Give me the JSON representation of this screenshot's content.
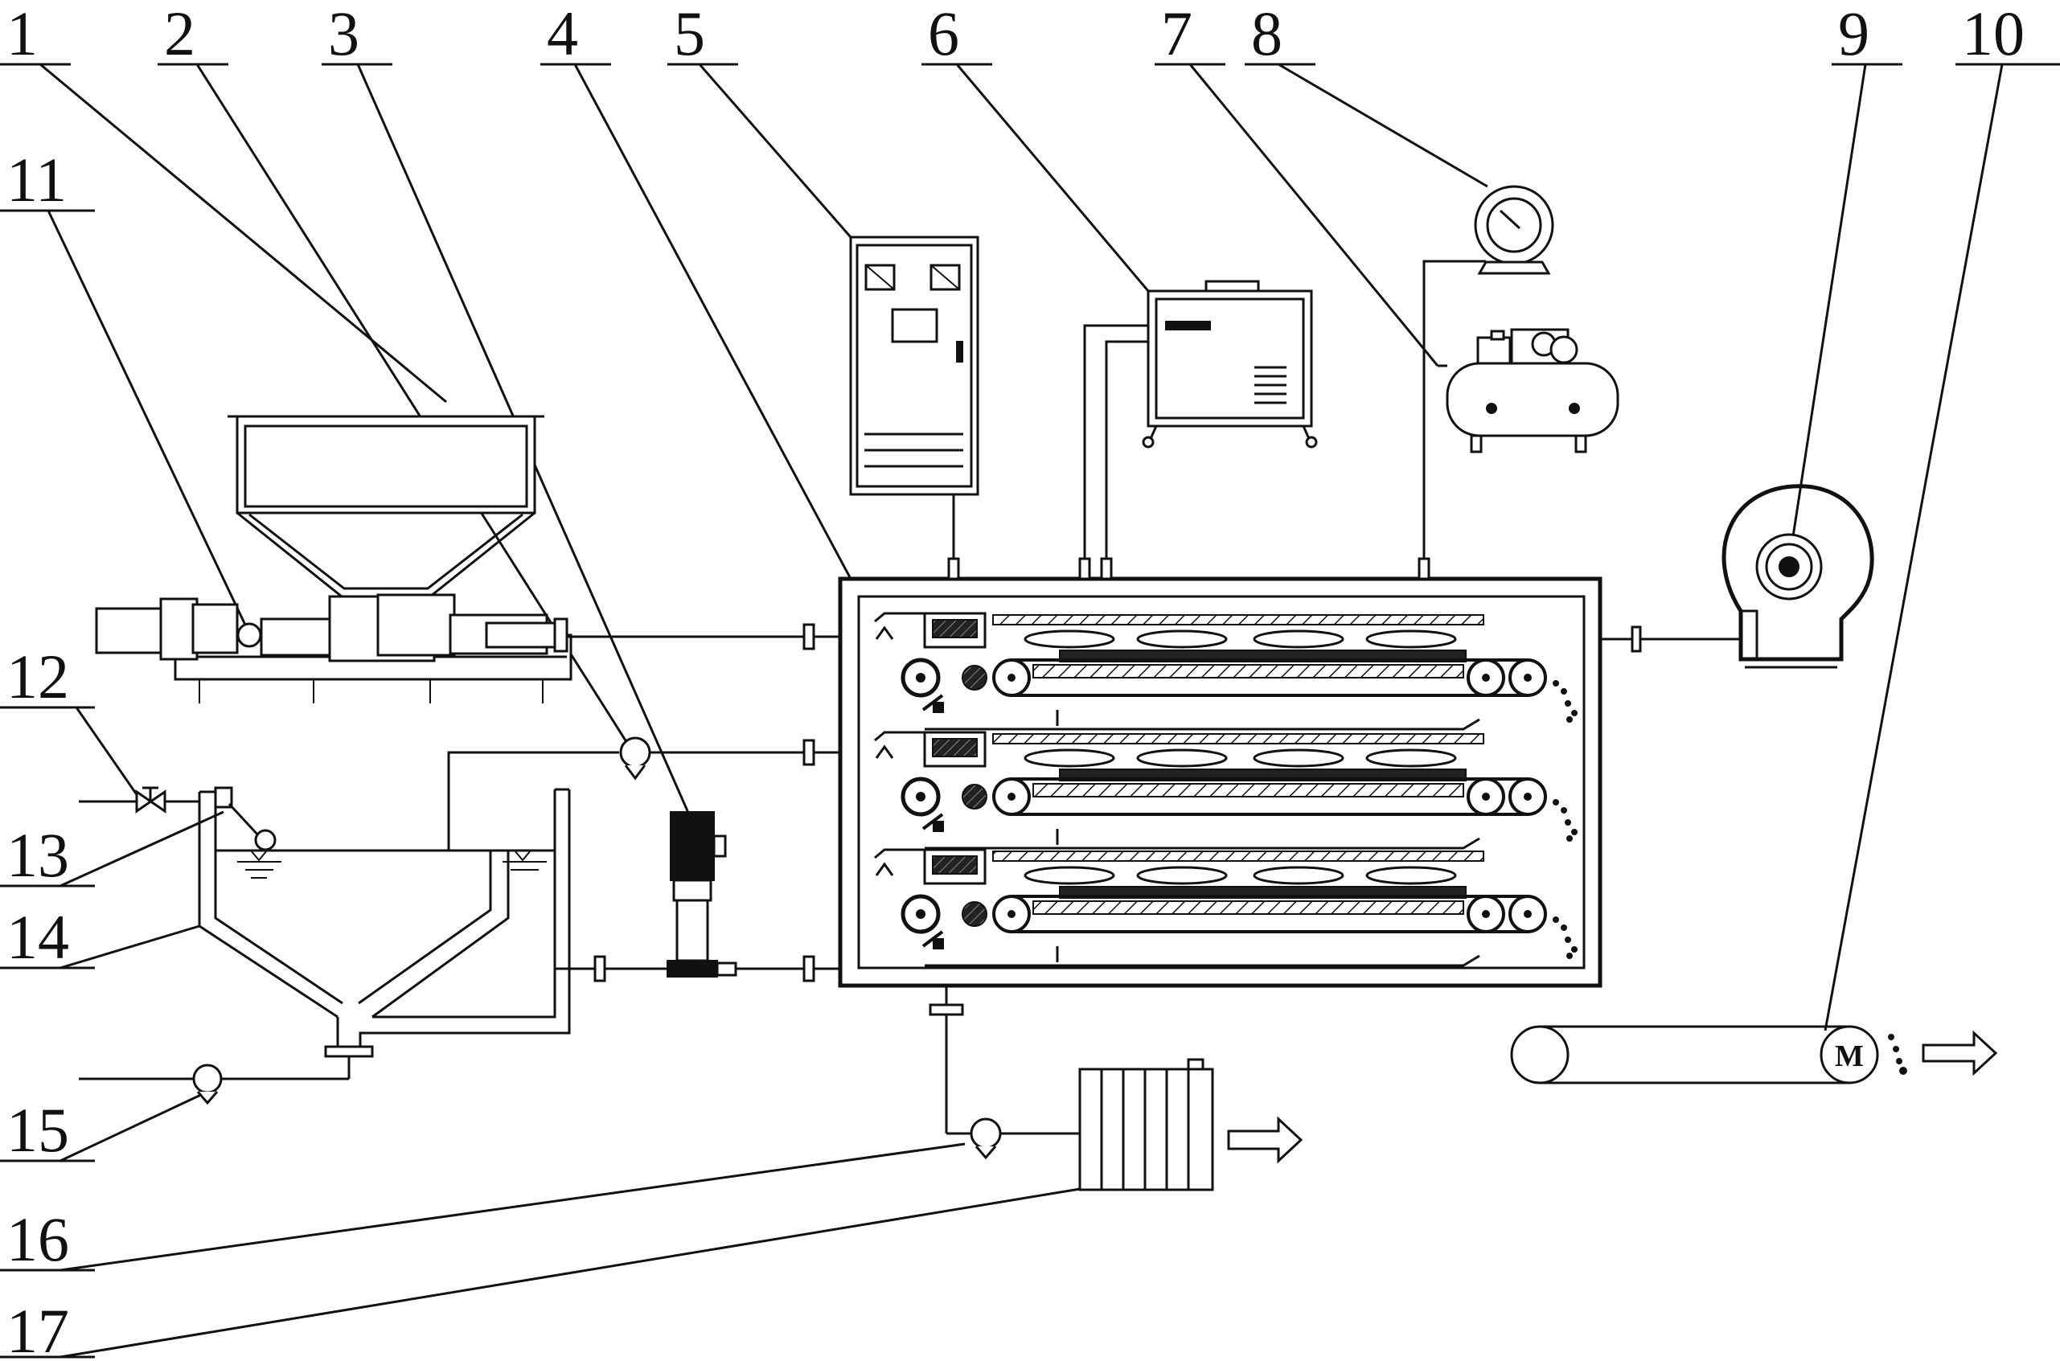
{
  "diagram": {
    "labels": [
      {
        "id": "1",
        "text": "1"
      },
      {
        "id": "2",
        "text": "2"
      },
      {
        "id": "3",
        "text": "3"
      },
      {
        "id": "4",
        "text": "4"
      },
      {
        "id": "5",
        "text": "5"
      },
      {
        "id": "6",
        "text": "6"
      },
      {
        "id": "7",
        "text": "7"
      },
      {
        "id": "8",
        "text": "8"
      },
      {
        "id": "9",
        "text": "9"
      },
      {
        "id": "10",
        "text": "10"
      },
      {
        "id": "11",
        "text": "11"
      },
      {
        "id": "12",
        "text": "12"
      },
      {
        "id": "13",
        "text": "13"
      },
      {
        "id": "14",
        "text": "14"
      },
      {
        "id": "15",
        "text": "15"
      },
      {
        "id": "16",
        "text": "16"
      },
      {
        "id": "17",
        "text": "17"
      }
    ],
    "motor_letter": "M"
  }
}
